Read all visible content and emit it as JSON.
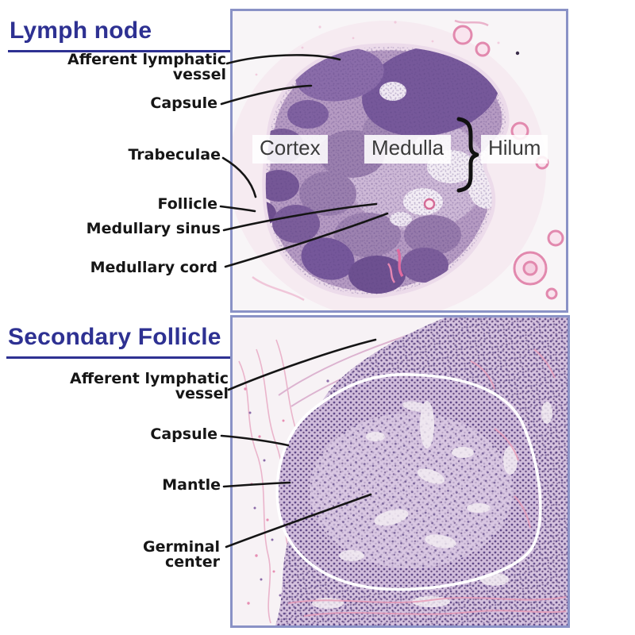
{
  "sections": {
    "lymph_node": {
      "title": "Lymph node",
      "annotations": {
        "afferent": {
          "line1": "Afferent lymphatic",
          "line2": "vessel"
        },
        "capsule": {
          "line1": "Capsule"
        },
        "trabeculae": {
          "line1": "Trabeculae"
        },
        "follicle": {
          "line1": "Follicle"
        },
        "medullary_sinus": {
          "line1": "Medullary sinus"
        },
        "medullary_cord": {
          "line1": "Medullary cord"
        }
      },
      "overlay_labels": {
        "cortex": "Cortex",
        "medulla": "Medulla",
        "hilum": "Hilum"
      }
    },
    "secondary_follicle": {
      "title": "Secondary Follicle",
      "annotations": {
        "afferent": {
          "line1": "Afferent lymphatic",
          "line2": "vessel"
        },
        "capsule": {
          "line1": "Capsule"
        },
        "mantle": {
          "line1": "Mantle"
        },
        "germinal_center": {
          "line1": "Germinal",
          "line2": "center"
        }
      }
    }
  },
  "colors": {
    "title_blue": "#2e3192",
    "label_black": "#161616",
    "image_border": "#8a92c6",
    "leader_line": "#151515",
    "tissue_purple_dark": "#7c5e9b",
    "tissue_purple_mid": "#a58cb8",
    "tissue_pink": "#e79cb8",
    "micrograph_background": "#f8f5f7"
  }
}
